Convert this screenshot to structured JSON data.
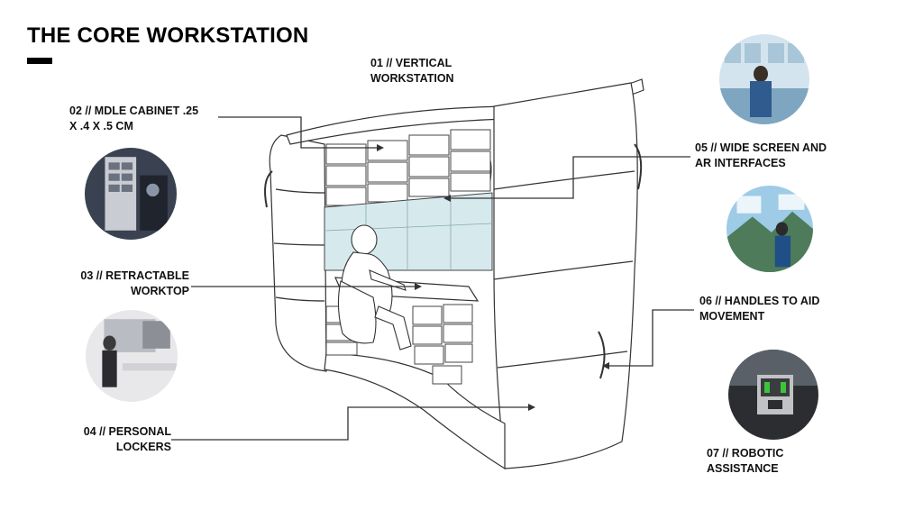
{
  "title": "THE CORE WORKSTATION",
  "labels": {
    "l01": {
      "line1": "01 // VERTICAL",
      "line2": "WORKSTATION"
    },
    "l02": {
      "line1": "02 // MDLE CABINET .25",
      "line2": "X .4 X .5 CM"
    },
    "l03": {
      "line1": "03 // RETRACTABLE",
      "line2": "WORKTOP"
    },
    "l04": {
      "line1": "04 // PERSONAL",
      "line2": "LOCKERS"
    },
    "l05": {
      "line1": "05 // WIDE SCREEN AND",
      "line2": "AR INTERFACES"
    },
    "l06": {
      "line1": "06 // HANDLES TO AID",
      "line2": "MOVEMENT"
    },
    "l07": {
      "line1": "07 // ROBOTIC",
      "line2": "ASSISTANCE"
    }
  },
  "colors": {
    "line": "#333333",
    "screen": "#d6eaee",
    "accent": "#000000"
  }
}
